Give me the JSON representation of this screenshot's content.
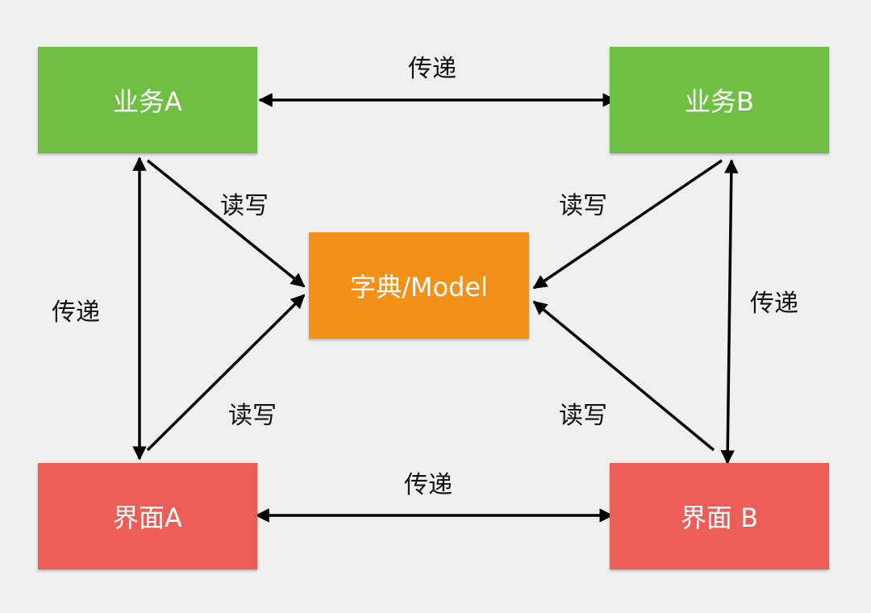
{
  "nodes": {
    "business_a": "业务A",
    "business_b": "业务B",
    "ui_a": "界面A",
    "ui_b": "界面 B",
    "model": "字典/Model"
  },
  "labels": {
    "pass_top": "传递",
    "pass_bottom": "传递",
    "pass_left": "传递",
    "pass_right": "传递",
    "rw_top_left": "读写",
    "rw_top_right": "读写",
    "rw_bottom_left": "读写",
    "rw_bottom_right": "读写"
  },
  "colors": {
    "business": "#6fbf44",
    "ui": "#ec5d58",
    "model": "#f39019",
    "arrow": "#000000",
    "background": "#f0f0f0"
  }
}
